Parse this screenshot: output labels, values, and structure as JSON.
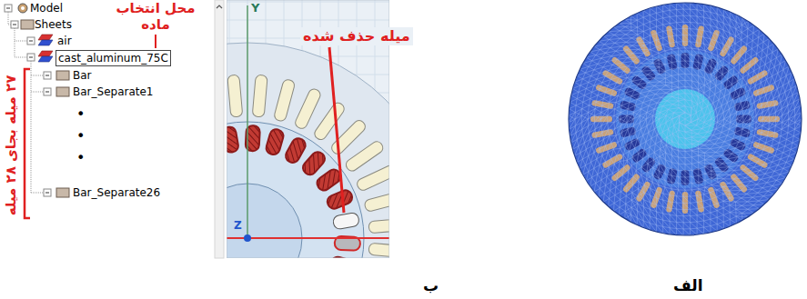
{
  "diagram": {
    "labels": [
      "Model",
      "Sheets",
      "air",
      "محل انتخاب ماده",
      "cast_aluminum_75C",
      "Bar",
      "Bar_Separate1",
      "•",
      "•",
      "•",
      "Bar_Separate26",
      "۲۷ میله بجای ۲۸ میله",
      "Y",
      "Z",
      "میله حذف شده",
      "ب",
      "الف"
    ]
  }
}
